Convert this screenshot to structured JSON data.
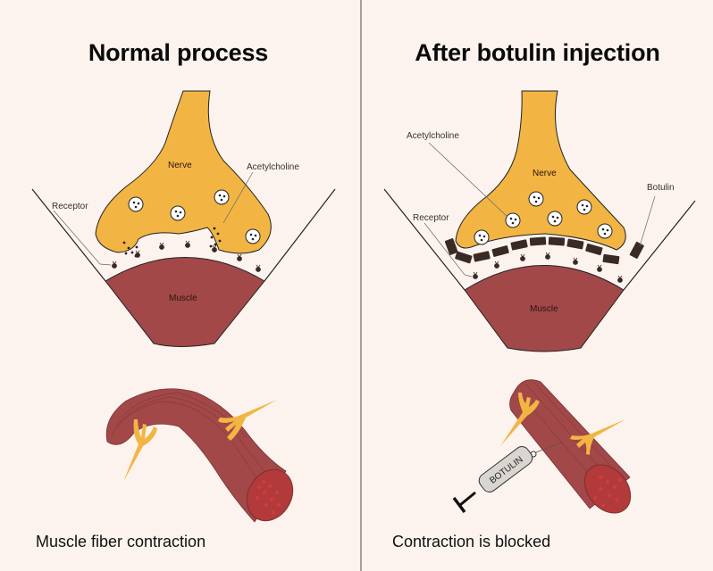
{
  "colors": {
    "background": "#fcf3ee",
    "nerve": "#f2b544",
    "muscle": "#a24848",
    "botulin": "#3a2a24",
    "divider": "#a89e9a"
  },
  "left_panel": {
    "title": "Normal process",
    "labels": {
      "nerve": "Nerve",
      "acetylcholine": "Acetylcholine",
      "receptor": "Receptor",
      "muscle": "Muscle"
    },
    "caption": "Muscle fiber contraction"
  },
  "right_panel": {
    "title": "After botulin injection",
    "labels": {
      "acetylcholine": "Acetylcholine",
      "nerve": "Nerve",
      "botulin": "Botulin",
      "receptor": "Receptor",
      "muscle": "Muscle"
    },
    "syringe_label": "BOTULIN",
    "caption": "Contraction is blocked"
  }
}
